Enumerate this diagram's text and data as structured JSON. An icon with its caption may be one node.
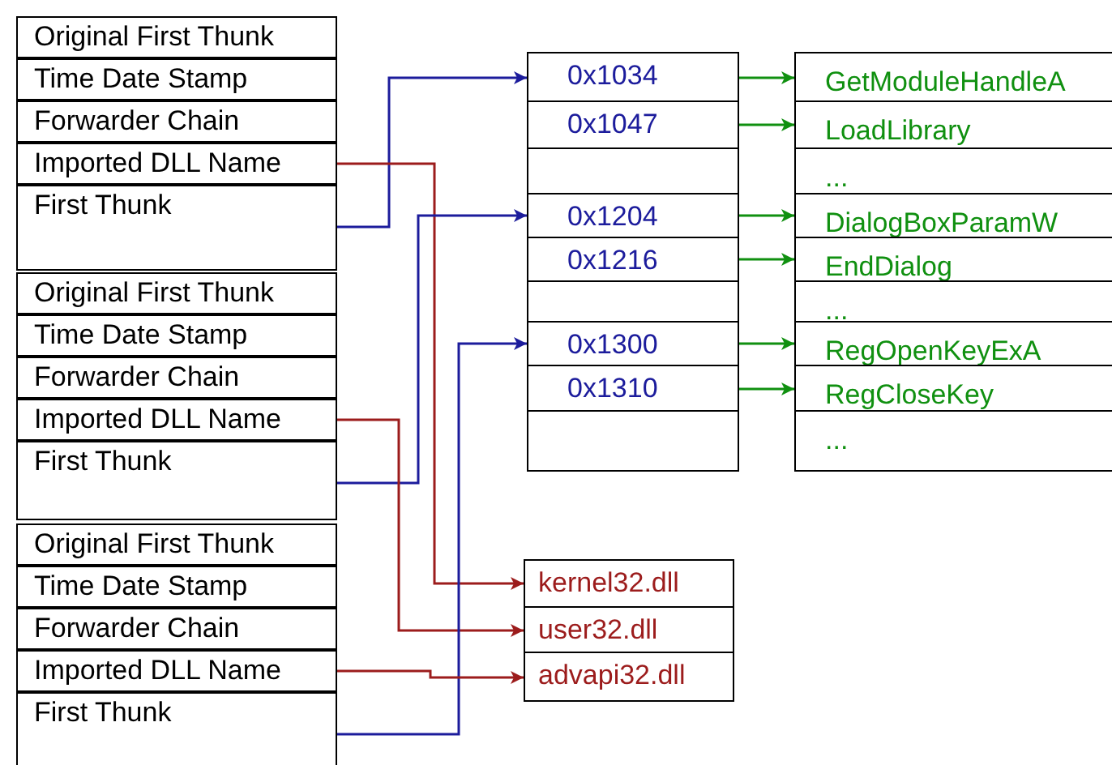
{
  "diagram": {
    "nodes": [
      {
        "text": [],
        "shape": "box"
      },
      {
        "text": [
          "Original First Thunk"
        ],
        "in": 0
      },
      {
        "text": [
          "Time Date Stamp"
        ],
        "in": 0
      },
      {
        "text": [
          "Forwarder Chain"
        ],
        "in": 0
      },
      {
        "text": [
          "Imported DLL Name"
        ],
        "in": 0
      },
      {
        "text": [
          "First Thunk"
        ],
        "in": 0
      },
      {
        "text": [],
        "shape": "box"
      },
      {
        "text": [
          "Original First Thunk"
        ],
        "in": 6
      },
      {
        "text": [
          "Time Date Stamp"
        ],
        "in": 6
      },
      {
        "text": [
          "Forwarder Chain"
        ],
        "in": 6
      },
      {
        "text": [
          "Imported DLL Name"
        ],
        "in": 6
      },
      {
        "text": [
          "First Thunk"
        ],
        "in": 6
      },
      {
        "text": [],
        "shape": "box"
      },
      {
        "text": [
          "Original First Thunk"
        ],
        "in": 12
      },
      {
        "text": [
          "Time Date Stamp"
        ],
        "in": 12
      },
      {
        "text": [
          "Forwarder Chain"
        ],
        "in": 12
      },
      {
        "text": [
          "Imported DLL Name"
        ],
        "in": 12
      },
      {
        "text": [
          "First Thunk"
        ],
        "in": 12
      },
      {
        "text": [],
        "shape": "box"
      },
      {
        "text": [
          "0x1034"
        ],
        "in": 18
      },
      {
        "text": [
          "0x1047"
        ],
        "in": 18
      },
      {
        "text": [],
        "shape": "box",
        "in": 18
      },
      {
        "text": [
          "0x1204"
        ],
        "in": 18
      },
      {
        "text": [
          "0x1216"
        ],
        "in": 18
      },
      {
        "text": [],
        "shape": "box",
        "in": 18
      },
      {
        "text": [
          "0x1300"
        ],
        "in": 18
      },
      {
        "text": [
          "0x1310"
        ],
        "in": 18
      },
      {
        "text": [],
        "shape": "box",
        "in": 18
      },
      {
        "text": [],
        "shape": "box"
      },
      {
        "text": [
          "GetModuleHandleA"
        ],
        "in": 28
      },
      {
        "text": [
          "LoadLibrary"
        ],
        "in": 28
      },
      {
        "text": [
          "..."
        ],
        "in": 28
      },
      {
        "text": [
          "DialogBoxParamW"
        ],
        "in": 28
      },
      {
        "text": [
          "EndDialog"
        ],
        "in": 28
      },
      {
        "text": [
          "..."
        ],
        "in": 28
      },
      {
        "text": [
          "RegOpenKeyExA"
        ],
        "in": 28
      },
      {
        "text": [
          "RegCloseKey"
        ],
        "in": 28
      },
      {
        "text": [
          "..."
        ],
        "in": 28
      },
      {
        "text": [],
        "shape": "box"
      },
      {
        "text": [
          "kernel32.dll"
        ],
        "in": 38
      },
      {
        "text": [
          "user32.dll"
        ],
        "in": 38
      },
      {
        "text": [
          "advapi32.dll"
        ],
        "in": 38
      }
    ],
    "edges": [
      {
        "from": 5,
        "to": 19,
        "arrow": "to",
        "color": "#1c1c9c"
      },
      {
        "from": 4,
        "to": 39,
        "arrow": "to",
        "color": "#9c1c1c"
      },
      {
        "from": 11,
        "to": 22,
        "arrow": "to",
        "color": "#1c1c9c"
      },
      {
        "from": 10,
        "to": 40,
        "arrow": "to",
        "color": "#9c1c1c"
      },
      {
        "from": 17,
        "to": 25,
        "arrow": "to",
        "color": "#1c1c9c"
      },
      {
        "from": 16,
        "to": 41,
        "arrow": "to",
        "color": "#9c1c1c"
      },
      {
        "from": 19,
        "to": 29,
        "arrow": "to"
      },
      {
        "from": 20,
        "to": 30,
        "arrow": "to"
      },
      {
        "from": 22,
        "to": 32,
        "arrow": "to"
      },
      {
        "from": 23,
        "to": 33,
        "arrow": "to"
      },
      {
        "from": 25,
        "to": 35,
        "arrow": "to"
      },
      {
        "from": 26,
        "to": 36,
        "arrow": "to"
      }
    ]
  }
}
